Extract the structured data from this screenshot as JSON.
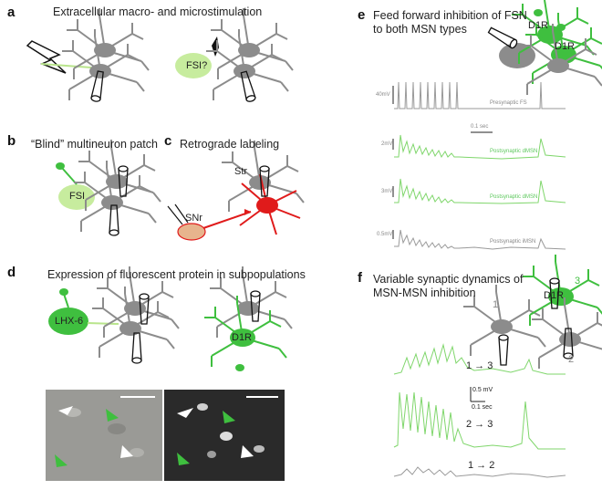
{
  "panels": {
    "a": {
      "letter": "a",
      "title": "Extracellular macro- and microstimulation",
      "label_fsi": "FSI?"
    },
    "b": {
      "letter": "b",
      "title": "“Blind” multineuron patch",
      "label_fsi": "FSI"
    },
    "c": {
      "letter": "c",
      "title": "Retrograde labeling",
      "label_snr": "SNr",
      "label_str": "Str"
    },
    "d": {
      "letter": "d",
      "title": "Expression of fluorescent protein in subpopulations",
      "label_lhx": "LHX-6",
      "label_d1r": "D1R"
    },
    "e": {
      "letter": "e",
      "title_line1": "Feed forward inhibition of FSN",
      "title_line2": "to both MSN types",
      "label_d1r_a": "D1R",
      "label_d1r_b": "D1R",
      "scale_40": "40mV",
      "scale_2": "2mV",
      "scale_3": "3mV",
      "scale_05": "0.5mV",
      "scale_time": "0.1 sec",
      "trace1": "Presynaptic FS",
      "trace2": "Postsynaptic dMSN",
      "trace3": "Postsynaptic dMSN",
      "trace4": "Postsynaptic iMSN"
    },
    "f": {
      "letter": "f",
      "title_line1": "Variable synaptic dynamics of",
      "title_line2": "MSN-MSN inhibition",
      "label_d1r": "D1R",
      "n1": "1",
      "n2": "2",
      "n3": "3",
      "scale_v": "0.5 mV",
      "scale_t": "0.1 sec",
      "trace1": "1 → 3",
      "trace2": "2 → 3",
      "trace3": "1 → 2"
    }
  },
  "colors": {
    "neuron_gray": "#8c8c8c",
    "green_light": "#b9e58c",
    "green": "#3fbf3f",
    "red": "#e01b1b",
    "trace_gray": "#9a9a9a",
    "trace_green": "#7fd66b"
  }
}
